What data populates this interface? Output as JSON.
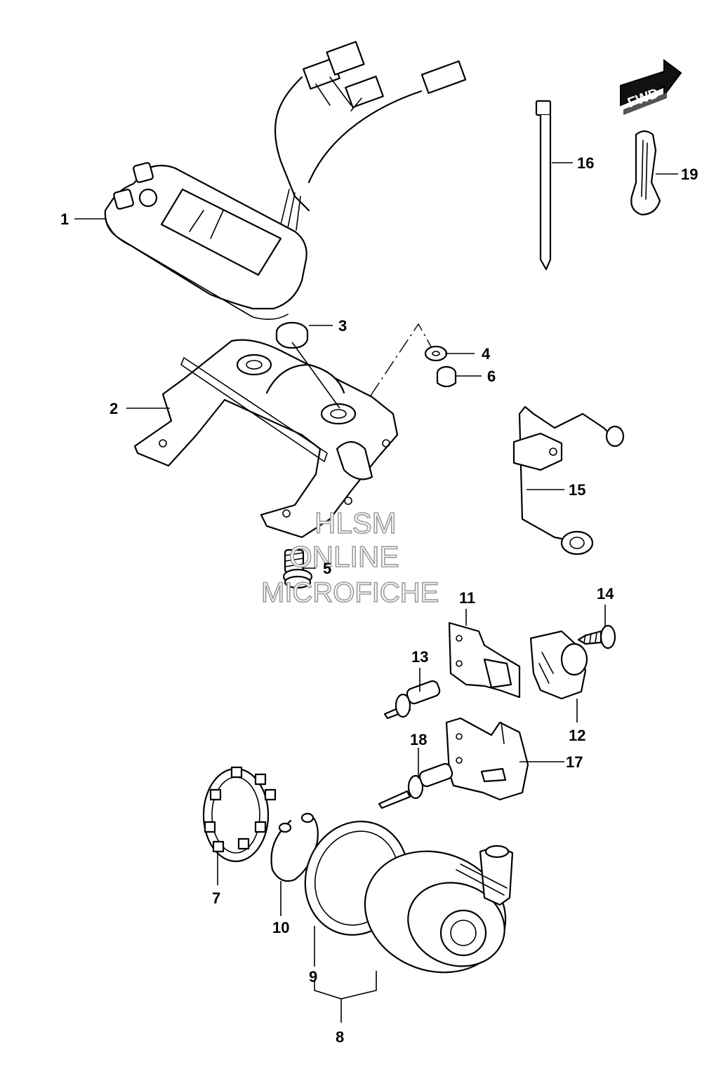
{
  "diagram": {
    "direction_badge": "FWD",
    "watermark": [
      "HLSM",
      "ONLINE",
      "MICROFICHE"
    ],
    "callouts": {
      "c1": "1",
      "c2": "2",
      "c3": "3",
      "c4": "4",
      "c5": "5",
      "c6": "6",
      "c7": "7",
      "c8": "8",
      "c9": "9",
      "c10": "10",
      "c11": "11",
      "c12": "12",
      "c13": "13",
      "c14": "14",
      "c15": "15",
      "c16": "16",
      "c17": "17",
      "c18": "18",
      "c19": "19"
    }
  }
}
